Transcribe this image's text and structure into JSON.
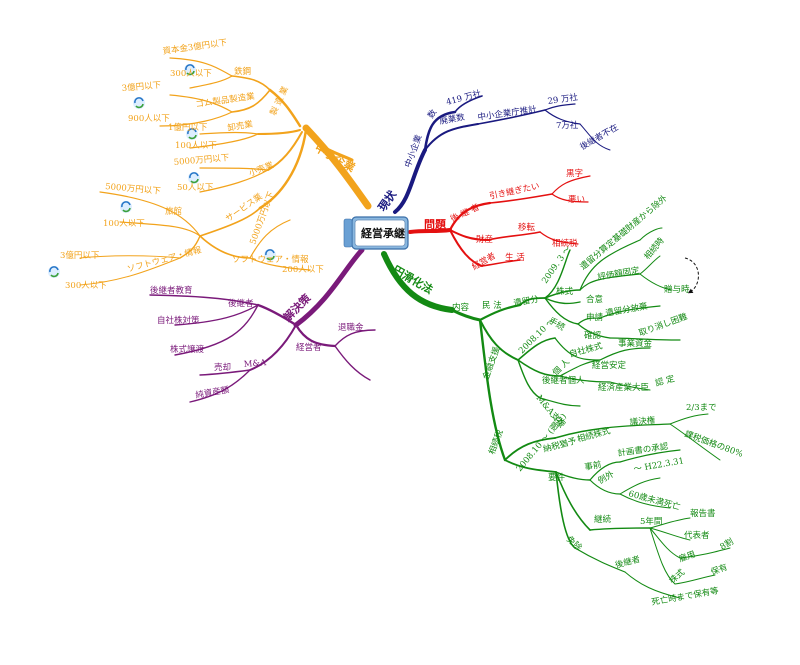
{
  "central": {
    "title": "経営承継"
  },
  "colors": {
    "orange": "#f2a31c",
    "navy": "#1a1a80",
    "red": "#e41010",
    "green": "#138a13",
    "purple": "#7a1a7a"
  },
  "icons": [
    "cycle-icon",
    "book-icon",
    "dashed-arrow-icon"
  ],
  "branches": {
    "sme": {
      "label": "中小企業",
      "manufacturing": {
        "label": "製 造 業",
        "steel": "鉄鋼",
        "capital": "資本金3億円以下",
        "emp300": "300人以下",
        "rubber": "ゴム製品製造業",
        "cap3": "3億円以下",
        "emp900": "900人以下"
      },
      "wholesale": {
        "label": "卸売業",
        "cap1": "1億円以下",
        "emp100": "100人以下"
      },
      "retail": {
        "label": "小売業",
        "cap5000": "5000万円以下",
        "emp50": "50人以下"
      },
      "service": {
        "label": "サービス業",
        "cap5000": "5000万円以下",
        "emp100": "100人以下",
        "hotel": "旅館",
        "cap5000b": "5000万円以下",
        "emp200": "200人以下",
        "software": "ソフトウェア・情報",
        "cap3": "3億円以下",
        "emp300": "300人以下"
      }
    },
    "status": {
      "label": "現状",
      "sme_cnt": "中小企業",
      "num": "数",
      "count": "419 万社",
      "closures": "廃業数",
      "agency": "中小企業庁推計",
      "c29": "29 万社",
      "c7": "7万社",
      "no_successor": "後継者不在"
    },
    "problem": {
      "label": "問題",
      "successor": "後 継 者",
      "want": "引き継ぎたい",
      "deficit": "黒字",
      "bad": "悪い",
      "assets": "財産",
      "transfer": "移転",
      "inheritance": "相続税",
      "manager": "経営者",
      "life": "生 活"
    },
    "law": {
      "label": "円滑化法",
      "content": "内容",
      "civil": "民 法",
      "reserve": "遺留分",
      "y2009": "2009. 3 〜",
      "stock": "株式",
      "exclude": "遺留分算定基礎財産から除外",
      "fix": "評価額固定",
      "contract_time": "相続時",
      "gift_time": "贈与時",
      "agree": "合意",
      "procedure": "手続",
      "apply": "申請",
      "reserve_abandon": "遺留分放棄",
      "confirm": "確認",
      "difficult": "取り消し困難",
      "finance": "金融支援",
      "y2008": "2008.10 〜",
      "individual": "個 人",
      "own_stock": "自社株式",
      "business_fund": "事業資金",
      "management_stable": "経営安定",
      "successor_individual": "後継者個人",
      "minister": "経済産業大臣",
      "cert": "認 定",
      "ma": "M&A支援",
      "tax": "相続税",
      "y2008b": "2008.10 〜 (遡及)",
      "defer": "納税猶予",
      "inh_stock": "相続株式",
      "voting": "議決権",
      "two_thirds": "2/3まで",
      "pct80": "課税価格の80%",
      "req": "要件",
      "prior": "事前",
      "plan_ok": "計画書の承認",
      "exception": "例外",
      "h22": "〜 H22.3.31",
      "under60": "60歳未満死亡",
      "continue": "継続",
      "five_years": "5年間",
      "report": "報告書",
      "rep": "代表者",
      "employ": "雇用",
      "eighty": "8割",
      "keep_stock": "株式",
      "hold": "保有",
      "exempt": "免除",
      "successor2": "後継者",
      "hold_until_death": "死亡時まで保有等"
    },
    "solution": {
      "label": "解決策",
      "successor": "後継者",
      "education": "後継者教育",
      "stock_measure": "自社株対策",
      "stock_transfer": "株式譲渡",
      "manager": "経営者",
      "retire": "退職金",
      "ma": "M&A",
      "sale": "売却",
      "investment": "純資産額"
    }
  }
}
